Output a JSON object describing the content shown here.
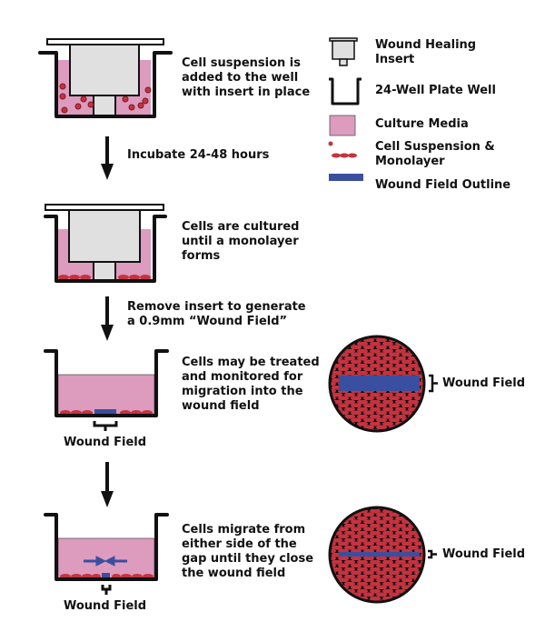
{
  "colors": {
    "media": "#dd9bbe",
    "cell": "#c4333f",
    "cell_dark": "#8a1a24",
    "wound": "#3a4fa0",
    "insert": "#e0e0e0",
    "well": "#111111"
  },
  "legend": {
    "items": [
      {
        "icon": "wound-healing-insert-icon",
        "label": "Wound Healing\nInsert"
      },
      {
        "icon": "well-icon",
        "label": "24-Well Plate Well"
      },
      {
        "icon": "culture-media-icon",
        "label": "Culture Media"
      },
      {
        "icon": "cell-icon",
        "label": "Cell Suspension &\nMonolayer"
      },
      {
        "icon": "wound-field-outline-icon",
        "label": "Wound Field Outline"
      }
    ]
  },
  "steps": [
    {
      "description": "Cell suspension is\nadded to the well\nwith insert in place"
    },
    {
      "description": "Cells are cultured\nuntil a monolayer\nforms"
    },
    {
      "description": "Cells may be treated\nand monitored for\nmigration into the\nwound field",
      "well_label": "Wound Field",
      "top_view_label": "Wound Field"
    },
    {
      "description": "Cells migrate from\neither side of the\ngap until they close\nthe wound field",
      "well_label": "Wound Field",
      "top_view_label": "Wound Field"
    }
  ],
  "transitions": [
    {
      "label": "Incubate 24-48 hours"
    },
    {
      "label": "Remove insert to generate\na 0.9mm “Wound Field”"
    }
  ]
}
